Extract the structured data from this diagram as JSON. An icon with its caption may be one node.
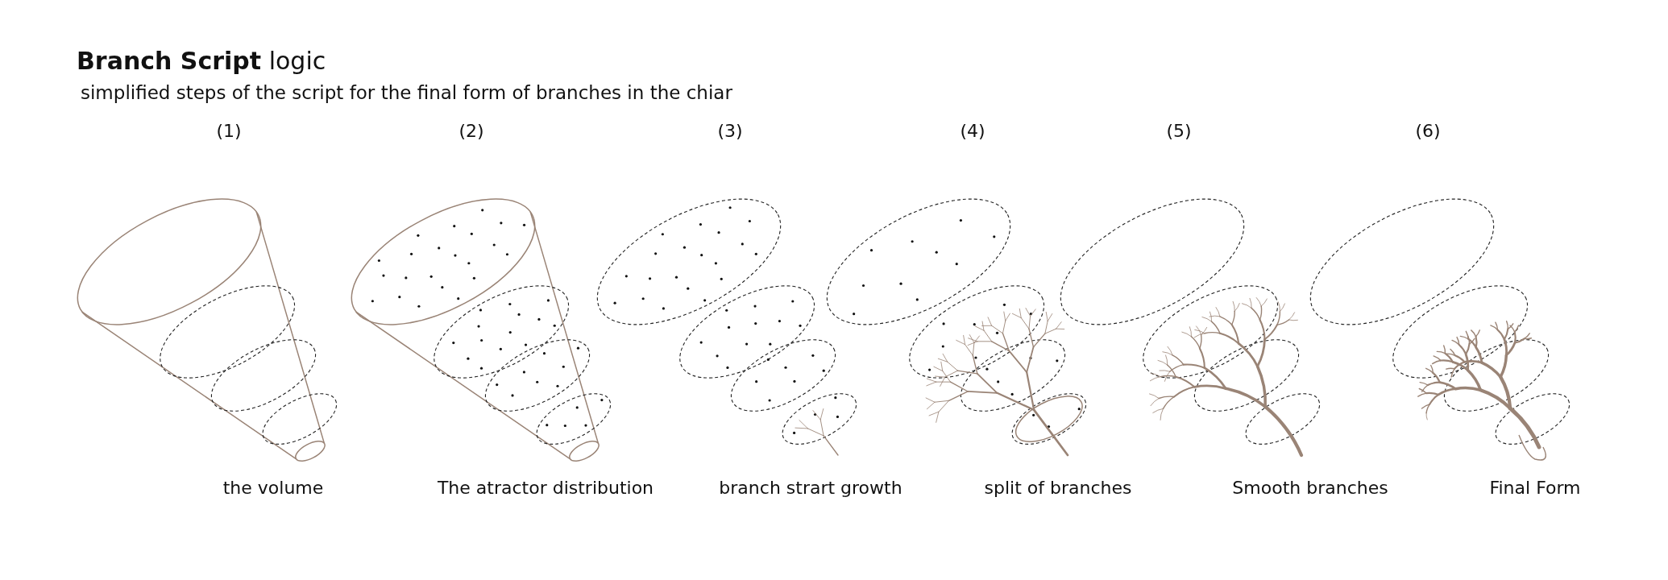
{
  "diagram": {
    "title": "**Branch Script** logic",
    "labels": [
      "simplified steps of the script for the final form of branches in the chiar",
      "(1)",
      "(2)",
      "(3)",
      "(4)",
      "(5)",
      "(6)",
      "the volume",
      "The atractor distribution",
      "branch strart growth",
      "split of branches",
      "Smooth branches",
      "Final Form"
    ]
  }
}
